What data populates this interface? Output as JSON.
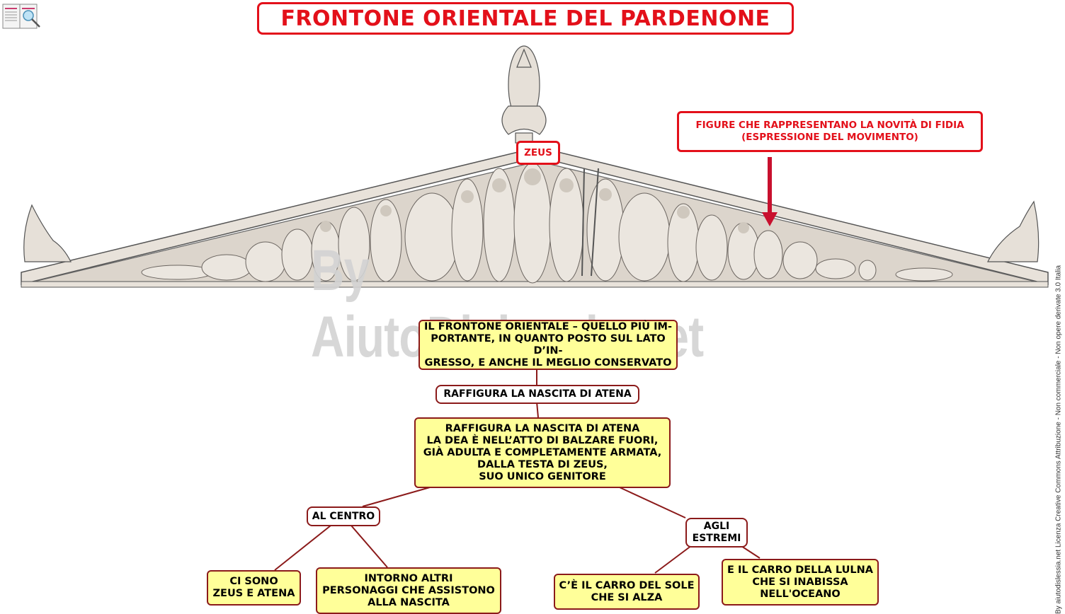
{
  "title": "FRONTONE ORIENTALE DEL PARDENONE",
  "labels": {
    "zeus": "ZEUS",
    "figures_note": "FIGURE CHE RAPPRESENTANO LA NOVITÀ DI FIDIA\n(ESPRESSIONE DEL MOVIMENTO)"
  },
  "concept_map": {
    "intro": "IL FRONTONE ORIENTALE – QUELLO PIÙ IM-\nPORTANTE, IN QUANTO POSTO SUL LATO D’IN-\nGRESSO, E ANCHE IL MEGLIO CONSERVATO",
    "depicts": "RAFFIGURA LA NASCITA DI ATENA",
    "description": "RAFFIGURA LA NASCITA DI ATENA\nLA DEA È NELL’ATTO DI BALZARE FUORI,\nGIÀ ADULTA E COMPLETAMENTE  ARMATA,\nDALLA  TESTA  DI ZEUS,\nSUO UNICO GENITORE",
    "center_label": "AL CENTRO",
    "center_items": [
      "CI SONO\nZEUS E ATENA",
      "INTORNO ALTRI\nPERSONAGGI CHE ASSISTONO\nALLA NASCITA"
    ],
    "ends_label": "AGLI\nESTREMI",
    "ends_items": [
      "C’È IL CARRO DEL SOLE\nCHE SI ALZA",
      "E IL CARRO DELLA LULNA\nCHE SI INABISSA\nNELL'OCEANO"
    ]
  },
  "watermark": "By AiutoDislessia.net",
  "credit": "By aiutodislessia.net Licenza Creative Commons Attribuzione - Non commerciale - Non opere derivate 3.0 Italia",
  "colors": {
    "title_red": "#e3101a",
    "box_fill": "#ffff99",
    "box_border": "#8b1a1a",
    "arrow": "#c8102e"
  },
  "icons": [
    "book-logo-icon",
    "pediment-illustration",
    "acroterion-ornament",
    "down-arrow-icon"
  ]
}
